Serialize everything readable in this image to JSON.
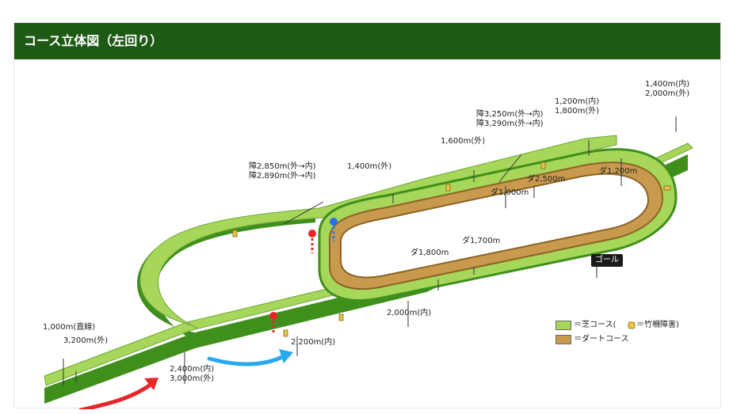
{
  "header": {
    "title": "コース立体図（左回り）"
  },
  "labels": {
    "l1400_2000": [
      "1,400m(内)",
      "2,000m(外)"
    ],
    "l1200_1800": [
      "1,200m(内)",
      "1,800m(外)"
    ],
    "hurdle3250": [
      "障3,250m(外→内)",
      "障3,290m(外→内)"
    ],
    "l1600": "1,600m(外)",
    "hurdle2850": [
      "障2,850m(外→内)",
      "障2,890m(外→内)"
    ],
    "l1400_out": "1,400m(外)",
    "d2500": "ダ2,500m",
    "d1000": "ダ1,000m",
    "d1200": "ダ1,200m",
    "d1800": "ダ1,800m",
    "d1700": "ダ1,700m",
    "goal": "ゴール",
    "l2000_in": "2,000m(内)",
    "l1000_straight": "1,000m(直線)",
    "l3200_out": "3,200m(外)",
    "l2400_3000": [
      "2,400m(内)",
      "3,000m(外)"
    ],
    "l2200_in": "2,200m(内)"
  },
  "legend": {
    "turf": "＝芝コース(",
    "hurdle": "＝竹柵障害)",
    "dirt": "＝ダートコース"
  },
  "colors": {
    "header_bg": "#1e5a14",
    "turf_light": "#a6d65a",
    "turf_dark": "#3f8f1c",
    "dirt": "#c99a4d",
    "dirt_edge": "#8a6325",
    "red_arrow": "#e8262a",
    "blue_arrow": "#2aa8ee"
  }
}
